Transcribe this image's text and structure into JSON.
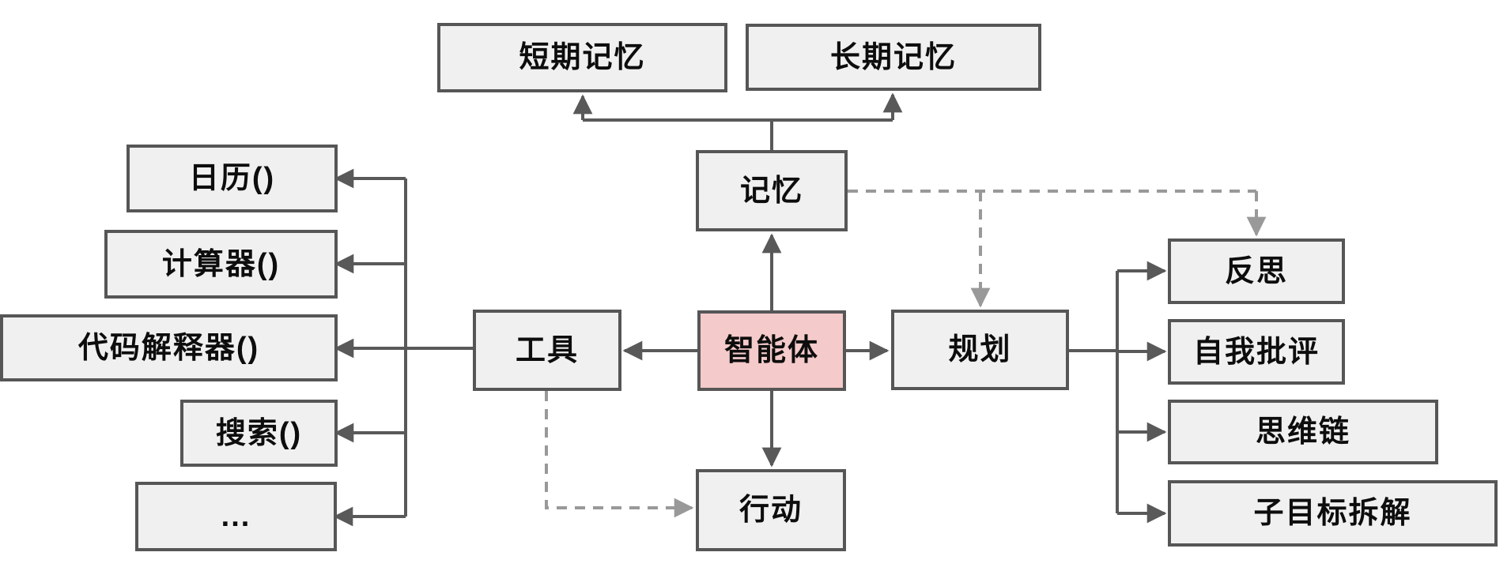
{
  "diagram": {
    "type": "flowchart",
    "language": "zh-CN",
    "topic": "LLM agent architecture"
  },
  "colors": {
    "background": "#ffffff",
    "node_fill": "#f0f0f0",
    "node_border": "#565656",
    "agent_fill": "#f5caca",
    "solid_connector": "#595959",
    "dashed_connector": "#999999",
    "text": "#0d0d0d"
  },
  "nodes": {
    "short_term_memory": {
      "label": "短期记忆"
    },
    "long_term_memory": {
      "label": "长期记忆"
    },
    "memory": {
      "label": "记忆"
    },
    "agent": {
      "label": "智能体"
    },
    "tools": {
      "label": "工具"
    },
    "planning": {
      "label": "规划"
    },
    "action": {
      "label": "行动"
    },
    "calendar": {
      "label": "日历()"
    },
    "calculator": {
      "label": "计算器()"
    },
    "code_interpreter": {
      "label": "代码解释器()"
    },
    "search": {
      "label": "搜索()"
    },
    "more_tools": {
      "label": "..."
    },
    "reflection": {
      "label": "反思"
    },
    "self_critique": {
      "label": "自我批评"
    },
    "chain_of_thought": {
      "label": "思维链"
    },
    "subgoal_decomposition": {
      "label": "子目标拆解"
    }
  },
  "edges": [
    {
      "from": "agent",
      "to": "memory",
      "style": "solid"
    },
    {
      "from": "agent",
      "to": "action",
      "style": "solid"
    },
    {
      "from": "agent",
      "to": "tools",
      "style": "solid"
    },
    {
      "from": "agent",
      "to": "planning",
      "style": "solid"
    },
    {
      "from": "memory",
      "to": "short_term_memory",
      "style": "solid"
    },
    {
      "from": "memory",
      "to": "long_term_memory",
      "style": "solid"
    },
    {
      "from": "tools",
      "to": "calendar",
      "style": "solid"
    },
    {
      "from": "tools",
      "to": "calculator",
      "style": "solid"
    },
    {
      "from": "tools",
      "to": "code_interpreter",
      "style": "solid"
    },
    {
      "from": "tools",
      "to": "search",
      "style": "solid"
    },
    {
      "from": "tools",
      "to": "more_tools",
      "style": "solid"
    },
    {
      "from": "planning",
      "to": "reflection",
      "style": "solid"
    },
    {
      "from": "planning",
      "to": "self_critique",
      "style": "solid"
    },
    {
      "from": "planning",
      "to": "chain_of_thought",
      "style": "solid"
    },
    {
      "from": "planning",
      "to": "subgoal_decomposition",
      "style": "solid"
    },
    {
      "from": "memory",
      "to": "planning",
      "style": "dashed"
    },
    {
      "from": "memory",
      "to": "reflection",
      "style": "dashed"
    },
    {
      "from": "tools",
      "to": "action",
      "style": "dashed"
    }
  ]
}
